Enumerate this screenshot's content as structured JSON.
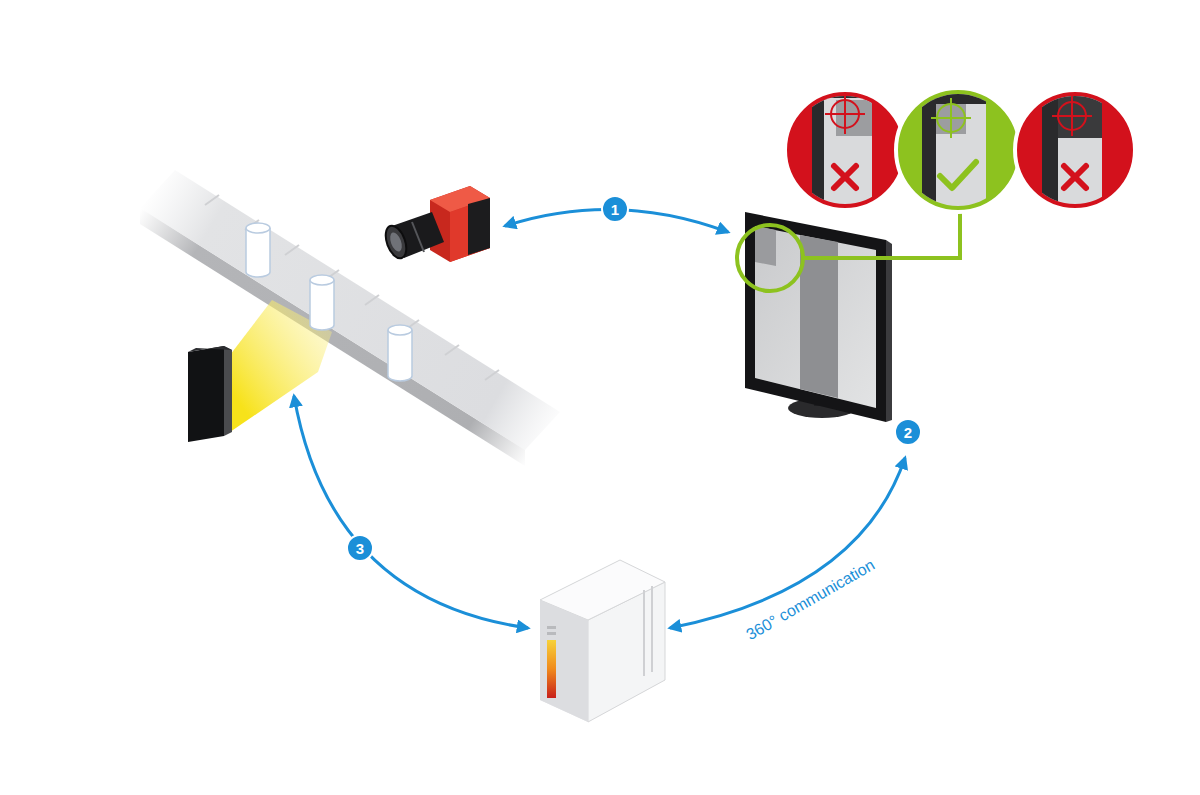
{
  "diagram": {
    "labels": [
      "1",
      "2",
      "3",
      "360° communication"
    ]
  }
}
